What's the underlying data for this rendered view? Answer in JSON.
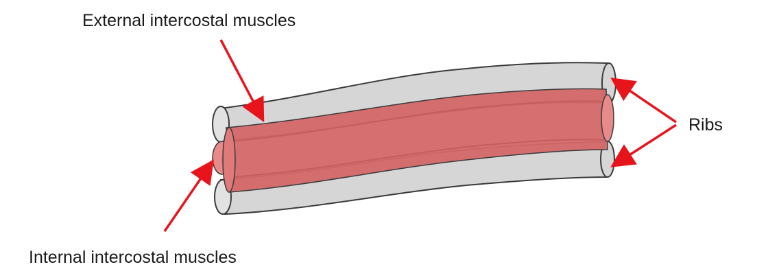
{
  "labels": {
    "external": "External intercostal muscles",
    "internal": "Internal intercostal muscles",
    "ribs": "Ribs"
  },
  "colors": {
    "rib_fill": "#d6d6d6",
    "rib_stroke": "#3a3a3a",
    "muscle_fill": "#d46868",
    "muscle_end": "#e88a8a",
    "arrow": "#e8141c",
    "text": "#1a1a1a"
  }
}
